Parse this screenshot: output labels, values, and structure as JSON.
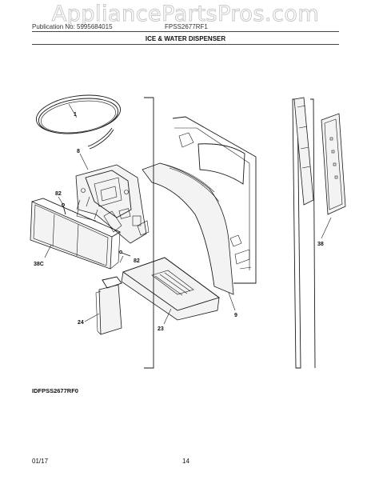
{
  "watermark": "AppliancePartsPros.com",
  "header": {
    "publication": "Publication No: 5995684015",
    "model": "FPSS2677RF1",
    "section_title": "ICE & WATER DISPENSER"
  },
  "diagram_code": "IDFPSS2677RF0",
  "footer": {
    "date": "01/17",
    "page": "14"
  },
  "callouts": [
    "1",
    "8",
    "82",
    "38C",
    "82",
    "24",
    "23",
    "9",
    "38"
  ]
}
